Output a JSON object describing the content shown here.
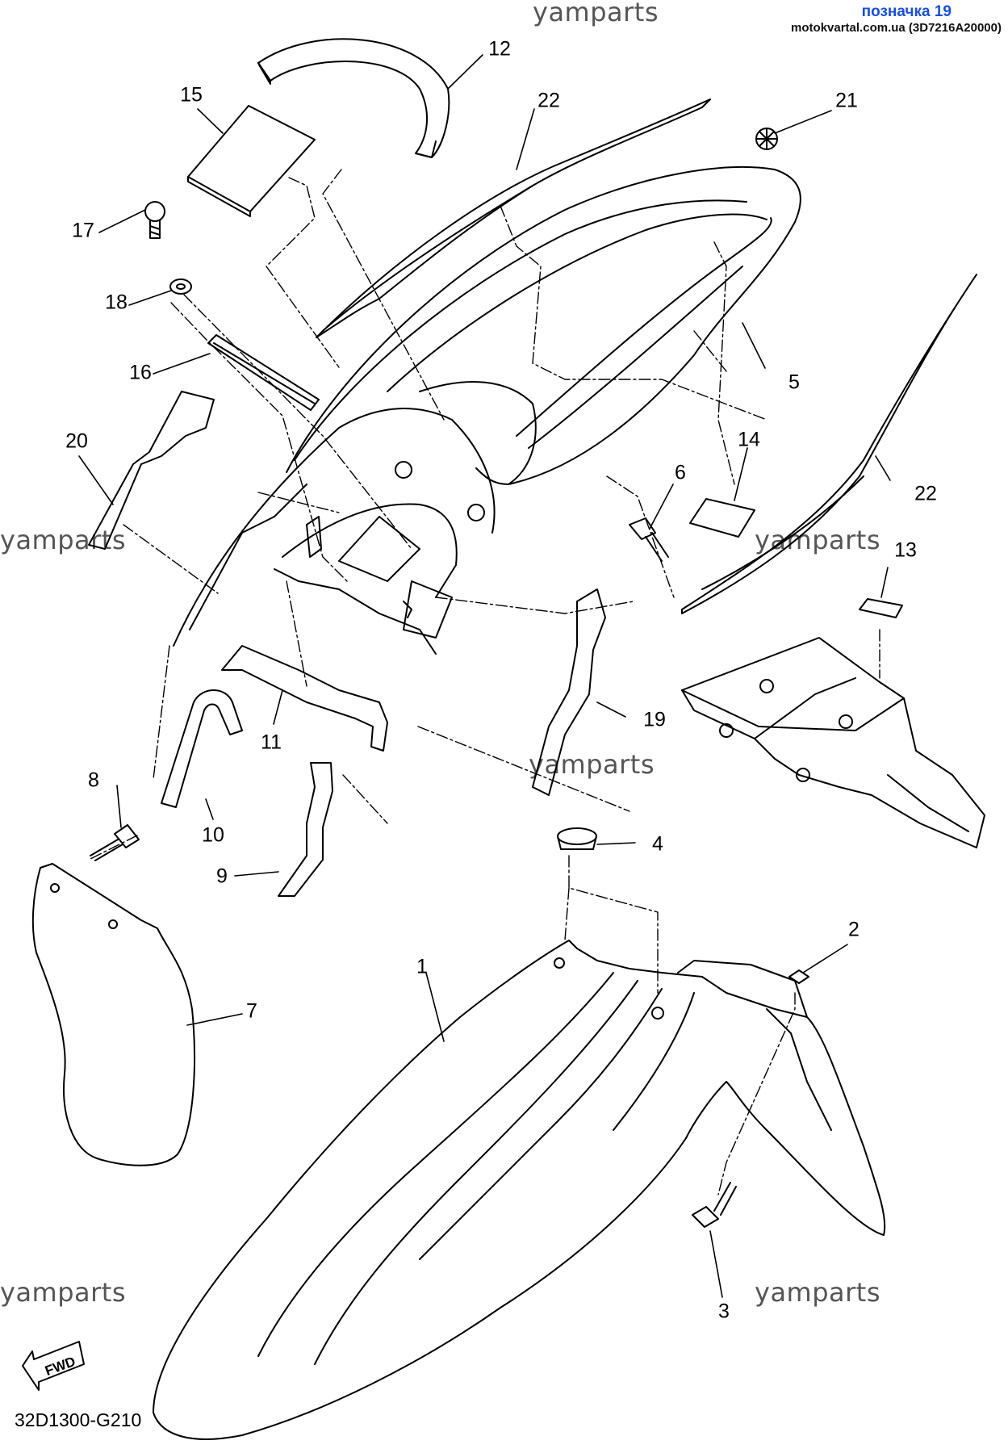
{
  "header": {
    "title": "позначка 19",
    "subtitle": "motokvartal.com.ua (3D7216A20000)"
  },
  "watermark": "yamparts",
  "diagram_code": "32D1300-G210",
  "fwd_label": "FWD",
  "callouts": [
    "1",
    "2",
    "3",
    "4",
    "5",
    "6",
    "7",
    "8",
    "9",
    "10",
    "11",
    "12",
    "13",
    "14",
    "15",
    "16",
    "17",
    "18",
    "19",
    "20",
    "21",
    "22",
    "22"
  ]
}
